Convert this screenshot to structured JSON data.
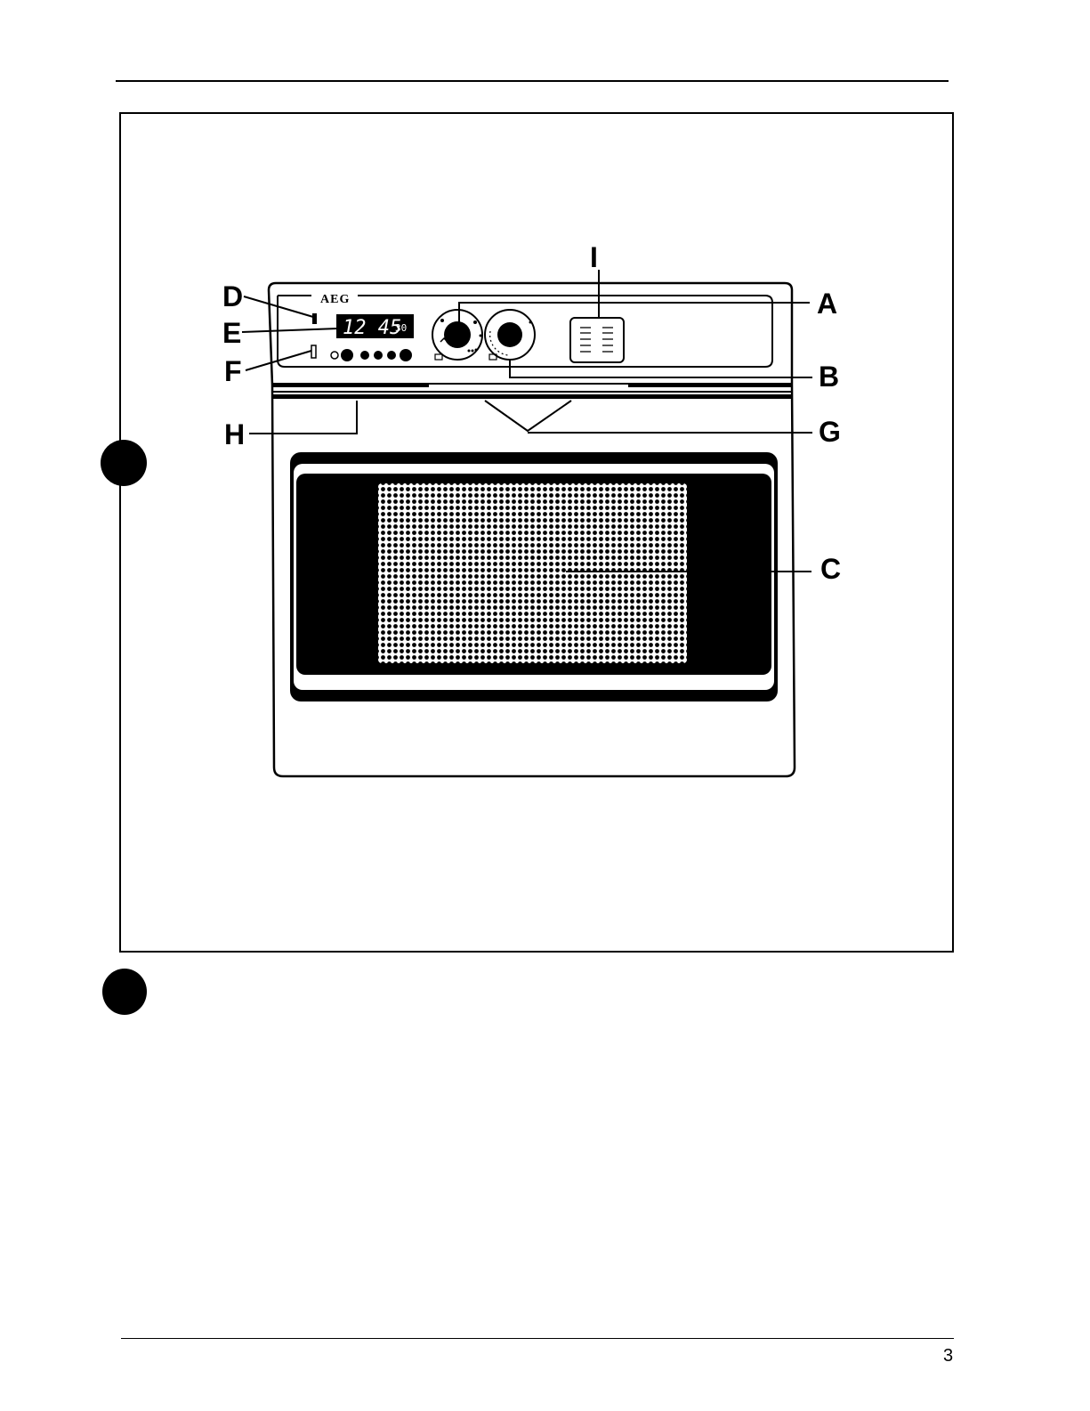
{
  "diagram": {
    "brand": "AEG",
    "display": {
      "time": "12 45",
      "small": "30"
    },
    "callouts": {
      "A": "A",
      "B": "B",
      "C": "C",
      "D": "D",
      "E": "E",
      "F": "F",
      "G": "G",
      "H": "H",
      "I": "I"
    }
  },
  "footer": {
    "page_number": "3"
  }
}
